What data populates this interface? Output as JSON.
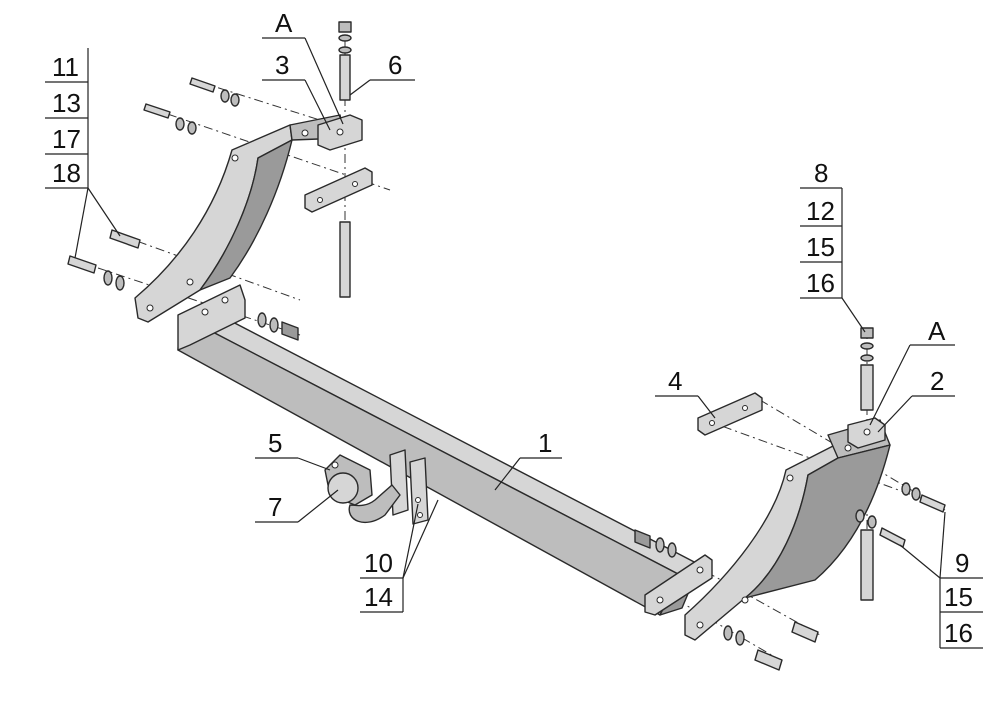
{
  "callouts": {
    "left_stack": [
      "11",
      "13",
      "17",
      "18"
    ],
    "left_A": "A",
    "part_3": "3",
    "part_6": "6",
    "right_stack": [
      "8",
      "12",
      "15",
      "16"
    ],
    "right_A": "A",
    "part_2": "2",
    "part_4": "4",
    "part_1": "1",
    "part_5": "5",
    "part_7": "7",
    "part_10": "10",
    "part_14": "14",
    "part_9": "9",
    "part_15": "15",
    "part_16": "16"
  }
}
